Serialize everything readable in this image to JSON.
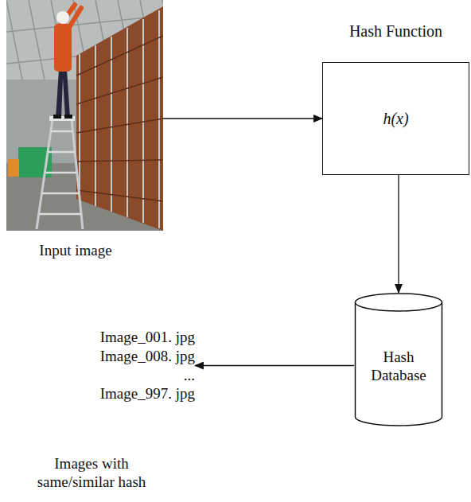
{
  "diagram": {
    "nodes": [
      {
        "text": [
          "Input image"
        ]
      },
      {
        "text": [
          "Hash Function",
          "h(x)"
        ]
      },
      {
        "text": [
          "Hash Database"
        ]
      },
      {
        "text": [
          "Image_001. jpg",
          "Image_008. jpg",
          "...",
          "Image_997. jpg",
          "Images with same/similar hash"
        ]
      }
    ],
    "edges": [
      {
        "from": 0,
        "to": 1,
        "arrow": "to"
      },
      {
        "from": 1,
        "to": 2,
        "arrow": "to"
      },
      {
        "from": 2,
        "to": 3,
        "arrow": "to"
      }
    ]
  }
}
